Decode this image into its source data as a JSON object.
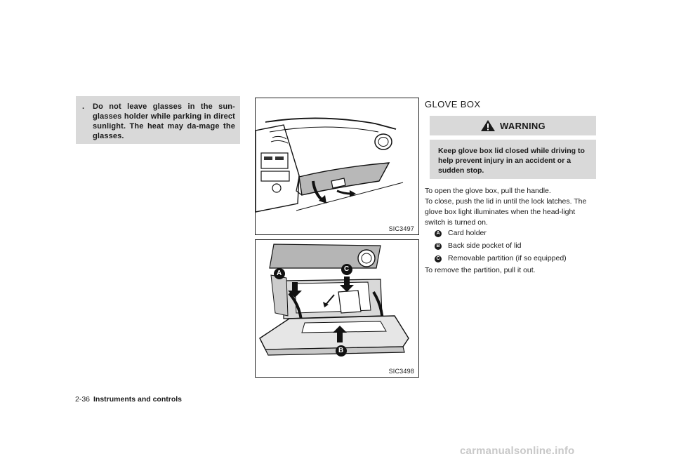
{
  "note": {
    "bullet": ".",
    "text": "Do not leave glasses in the sun-glasses holder while parking in direct sunlight. The heat may da-mage the glasses."
  },
  "figures": [
    {
      "caption": "SIC3497"
    },
    {
      "caption": "SIC3498",
      "callouts": {
        "a": "A",
        "b": "B",
        "c": "C"
      }
    }
  ],
  "glove_box": {
    "heading": "GLOVE BOX",
    "warning_label": "WARNING",
    "warning_text": "Keep glove box lid closed while driving to help prevent injury in an accident or a sudden stop.",
    "paragraphs": [
      "To open the glove box, pull the handle.",
      "To close, push the lid in until the lock latches. The glove box light illuminates when the head-light switch is turned on."
    ],
    "items": [
      {
        "marker": "A",
        "label": "Card holder"
      },
      {
        "marker": "B",
        "label": "Back side pocket of lid"
      },
      {
        "marker": "C",
        "label": "Removable partition (if so equipped)"
      }
    ],
    "closing": "To remove the partition, pull it out."
  },
  "footer": {
    "page_number": "2-36",
    "section": "Instruments and controls"
  },
  "watermark": "carmanualsonline.info",
  "colors": {
    "shade": "#d9d9d9",
    "text": "#1a1a1a",
    "watermark": "#c8c8c8"
  }
}
